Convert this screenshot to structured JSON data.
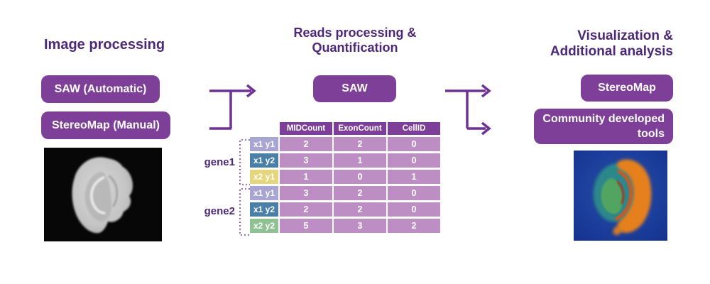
{
  "diagram": {
    "left": {
      "heading": "Image processing",
      "buttons": {
        "saw_automatic": "SAW (Automatic)",
        "stereomap_manual": "StereoMap (Manual)"
      },
      "image": "grayscale brain tissue section on black background"
    },
    "middle": {
      "heading": "Reads processing & Quantification",
      "button": "SAW",
      "table": {
        "headers": [
          "MIDCount",
          "ExonCount",
          "CellID"
        ],
        "groups": [
          {
            "gene": "gene1",
            "rows": [
              {
                "label": "x1 y1",
                "label_color": "#a8a5d3",
                "values": [
                  "2",
                  "2",
                  "0"
                ]
              },
              {
                "label": "x1 y2",
                "label_color": "#4a7fa7",
                "values": [
                  "3",
                  "1",
                  "0"
                ]
              },
              {
                "label": "x2 y1",
                "label_color": "#e5d57d",
                "values": [
                  "1",
                  "0",
                  "1"
                ]
              }
            ]
          },
          {
            "gene": "gene2",
            "rows": [
              {
                "label": "x1 y1",
                "label_color": "#a8a5d3",
                "values": [
                  "3",
                  "2",
                  "0"
                ]
              },
              {
                "label": "x1 y2",
                "label_color": "#4a7fa7",
                "values": [
                  "2",
                  "2",
                  "0"
                ]
              },
              {
                "label": "x2 y2",
                "label_color": "#8fc193",
                "values": [
                  "5",
                  "3",
                  "2"
                ]
              }
            ]
          }
        ]
      }
    },
    "right": {
      "heading": "Visualization & Additional analysis",
      "buttons": {
        "stereomap": "StereoMap",
        "community_tools": "Community developed tools"
      },
      "image": "spatial expression heatmap of brain tissue on blue background"
    },
    "colors": {
      "node_purple": "#7d3f98",
      "heading_purple": "#4d2878",
      "arrow_purple": "#6f3196",
      "table_value_cell": "#bd8ec3",
      "label_lavender": "#a8a5d3",
      "label_blue": "#4a7fa7",
      "label_yellow": "#e5d57d",
      "label_green": "#8fc193"
    }
  }
}
